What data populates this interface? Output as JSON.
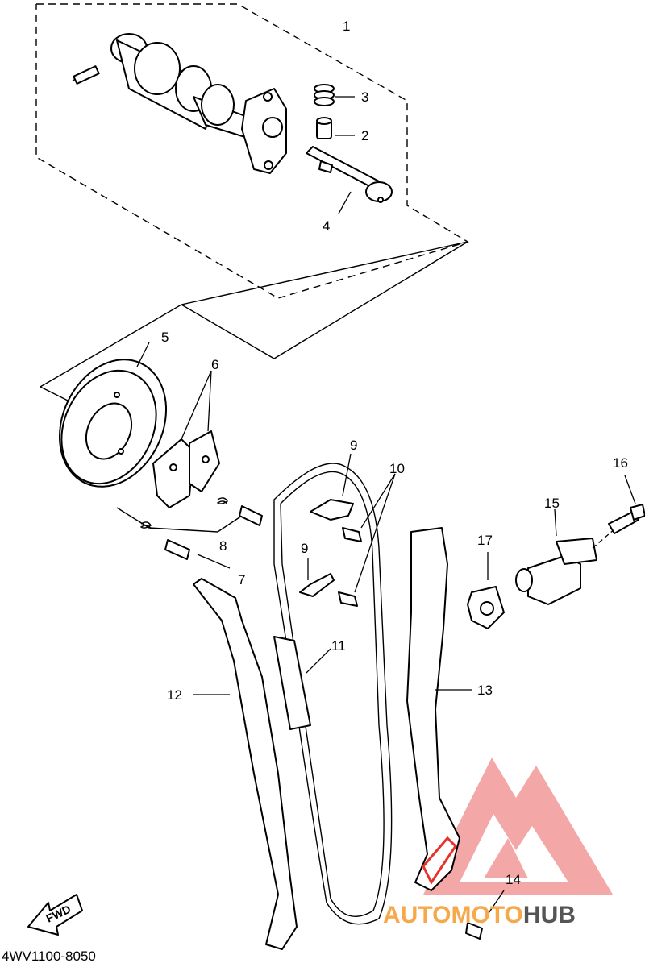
{
  "diagram": {
    "labels": {
      "p1": "1",
      "p2": "2",
      "p3": "3",
      "p4": "4",
      "p5": "5",
      "p6": "6",
      "p7": "7",
      "p8": "8",
      "p9a": "9",
      "p9b": "9",
      "p10": "10",
      "p11": "11",
      "p12": "12",
      "p13": "13",
      "p14": "14",
      "p15": "15",
      "p16": "16",
      "p17": "17"
    },
    "catalog_code": "4WV1100-8050",
    "fwd_label": "FWD",
    "highlight_color": "#e8312a"
  },
  "watermark": {
    "part1": "AUTO",
    "part2": "MOTO",
    "part3": "HUB",
    "logo_color": "#f08080",
    "text_color": "#f6a94a",
    "text_color_dark": "#555555"
  }
}
